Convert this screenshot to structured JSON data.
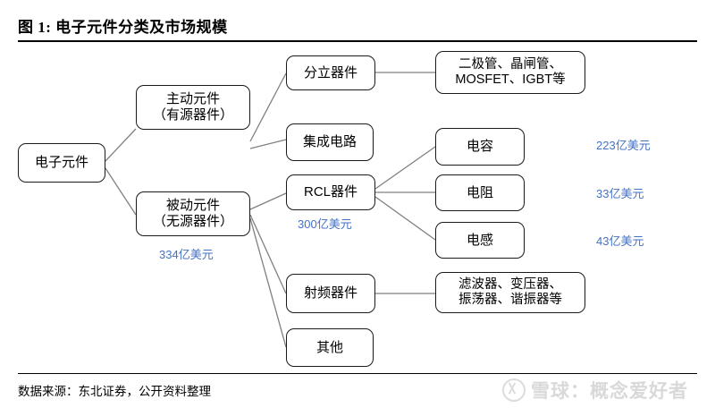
{
  "figure": {
    "title": "图 1: 电子元件分类及市场规模",
    "source": "数据来源：东北证券，公开资料整理",
    "watermark": "雪球：概念爱好者",
    "watermark_logo": "xueqiu-logo-icon",
    "accent_color": "#4472C4",
    "line_color": "#808080",
    "node_border_color": "#1A1A1A"
  },
  "diagram": {
    "type": "tree",
    "nodes": {
      "root": {
        "label": "电子元件"
      },
      "active": {
        "label": "主动元件\n（有源器件）"
      },
      "passive": {
        "label": "被动元件\n（无源器件）"
      },
      "discrete": {
        "label": "分立器件"
      },
      "ic": {
        "label": "集成电路"
      },
      "rcl": {
        "label": "RCL器件"
      },
      "rf": {
        "label": "射频器件"
      },
      "other": {
        "label": "其他"
      },
      "discrete_detail": {
        "label": "二极管、晶闸管、\nMOSFET、IGBT等"
      },
      "capacitor": {
        "label": "电容"
      },
      "resistor": {
        "label": "电阻"
      },
      "inductor": {
        "label": "电感"
      },
      "rf_detail": {
        "label": "滤波器、变压器、\n振荡器、谐振器等"
      }
    },
    "value_labels": {
      "passive": "334亿美元",
      "rcl": "300亿美元",
      "capacitor": "223亿美元",
      "resistor": "33亿美元",
      "inductor": "43亿美元"
    },
    "edges": [
      {
        "from": "root",
        "to": "active"
      },
      {
        "from": "root",
        "to": "passive"
      },
      {
        "from": "active",
        "to": "discrete"
      },
      {
        "from": "active",
        "to": "ic"
      },
      {
        "from": "passive",
        "to": "rcl"
      },
      {
        "from": "passive",
        "to": "rf"
      },
      {
        "from": "passive",
        "to": "other"
      },
      {
        "from": "discrete",
        "to": "discrete_detail"
      },
      {
        "from": "rcl",
        "to": "capacitor"
      },
      {
        "from": "rcl",
        "to": "resistor"
      },
      {
        "from": "rcl",
        "to": "inductor"
      },
      {
        "from": "rf",
        "to": "rf_detail"
      }
    ]
  }
}
